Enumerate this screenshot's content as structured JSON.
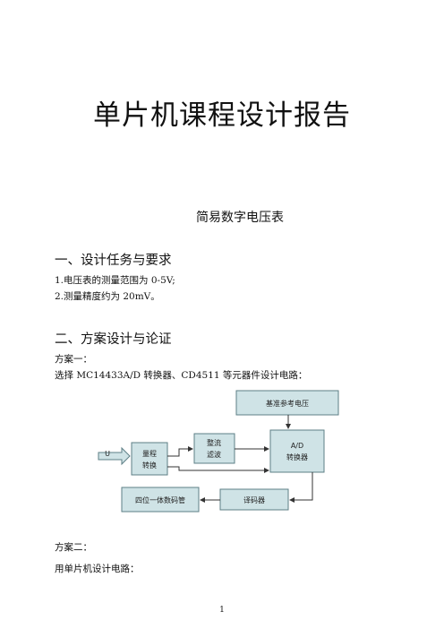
{
  "document": {
    "title": "单片机课程设计报告",
    "subtitle": "简易数字电压表",
    "section1": {
      "heading": "一、设计任务与要求",
      "items": [
        "1.电压表的测量范围为 0-5V;",
        "2.测量精度约为 20mV。"
      ]
    },
    "section2": {
      "heading": "二、方案设计与论证",
      "plan1_label": "方案一：",
      "plan1_desc": "选择 MC14433A/D 转换器、CD4511 等元器件设计电路：",
      "plan2_label": "方案二：",
      "plan2_desc": "用单片机设计电路："
    },
    "page_number": "1"
  },
  "diagram": {
    "input_label": "U",
    "ref_voltage": "基准参考电压",
    "range_line1": "量程",
    "range_line2": "转换",
    "filter_line1": "整流",
    "filter_line2": "滤波",
    "adc_line1": "A/D",
    "adc_line2": "转换器",
    "decoder": "译码器",
    "display": "四位一体数码管",
    "colors": {
      "box_fill": "#cfe3e6",
      "box_stroke": "#5e7f86",
      "arrow_fill": "#cfe3e6",
      "line": "#333333"
    }
  }
}
